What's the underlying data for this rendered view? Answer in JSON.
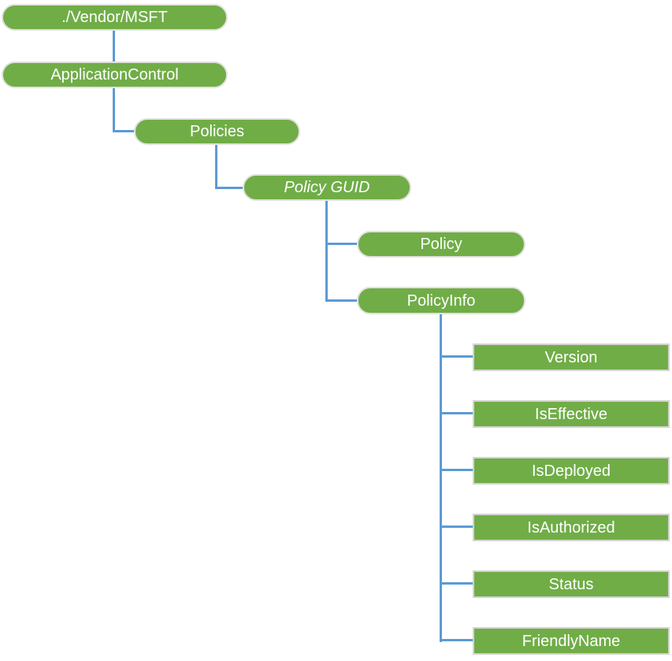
{
  "colors": {
    "node_fill_green": "#70AD47",
    "connector_blue": "#5B9BD5",
    "rect_border_gray": "#D4D2CF",
    "pill_border_gray": "#E2E1DE",
    "node_text_white": "#FFFFFF"
  },
  "diagram": {
    "type": "tree",
    "description": "CSP configuration tree",
    "nodes": [
      {
        "id": "vendor-msft",
        "label": "./Vendor/MSFT",
        "shape": "pill",
        "italic": false,
        "parent": null
      },
      {
        "id": "application-control",
        "label": "ApplicationControl",
        "shape": "pill",
        "italic": false,
        "parent": "vendor-msft"
      },
      {
        "id": "policies",
        "label": "Policies",
        "shape": "pill",
        "italic": false,
        "parent": "application-control"
      },
      {
        "id": "policy-guid",
        "label": "Policy GUID",
        "shape": "pill",
        "italic": true,
        "parent": "policies"
      },
      {
        "id": "policy",
        "label": "Policy",
        "shape": "pill",
        "italic": false,
        "parent": "policy-guid"
      },
      {
        "id": "policy-info",
        "label": "PolicyInfo",
        "shape": "pill",
        "italic": false,
        "parent": "policy-guid"
      },
      {
        "id": "version",
        "label": "Version",
        "shape": "rect",
        "italic": false,
        "parent": "policy-info"
      },
      {
        "id": "is-effective",
        "label": "IsEffective",
        "shape": "rect",
        "italic": false,
        "parent": "policy-info"
      },
      {
        "id": "is-deployed",
        "label": "IsDeployed",
        "shape": "rect",
        "italic": false,
        "parent": "policy-info"
      },
      {
        "id": "is-authorized",
        "label": "IsAuthorized",
        "shape": "rect",
        "italic": false,
        "parent": "policy-info"
      },
      {
        "id": "status",
        "label": "Status",
        "shape": "rect",
        "italic": false,
        "parent": "policy-info"
      },
      {
        "id": "friendly-name",
        "label": "FriendlyName",
        "shape": "rect",
        "italic": false,
        "parent": "policy-info"
      }
    ]
  }
}
